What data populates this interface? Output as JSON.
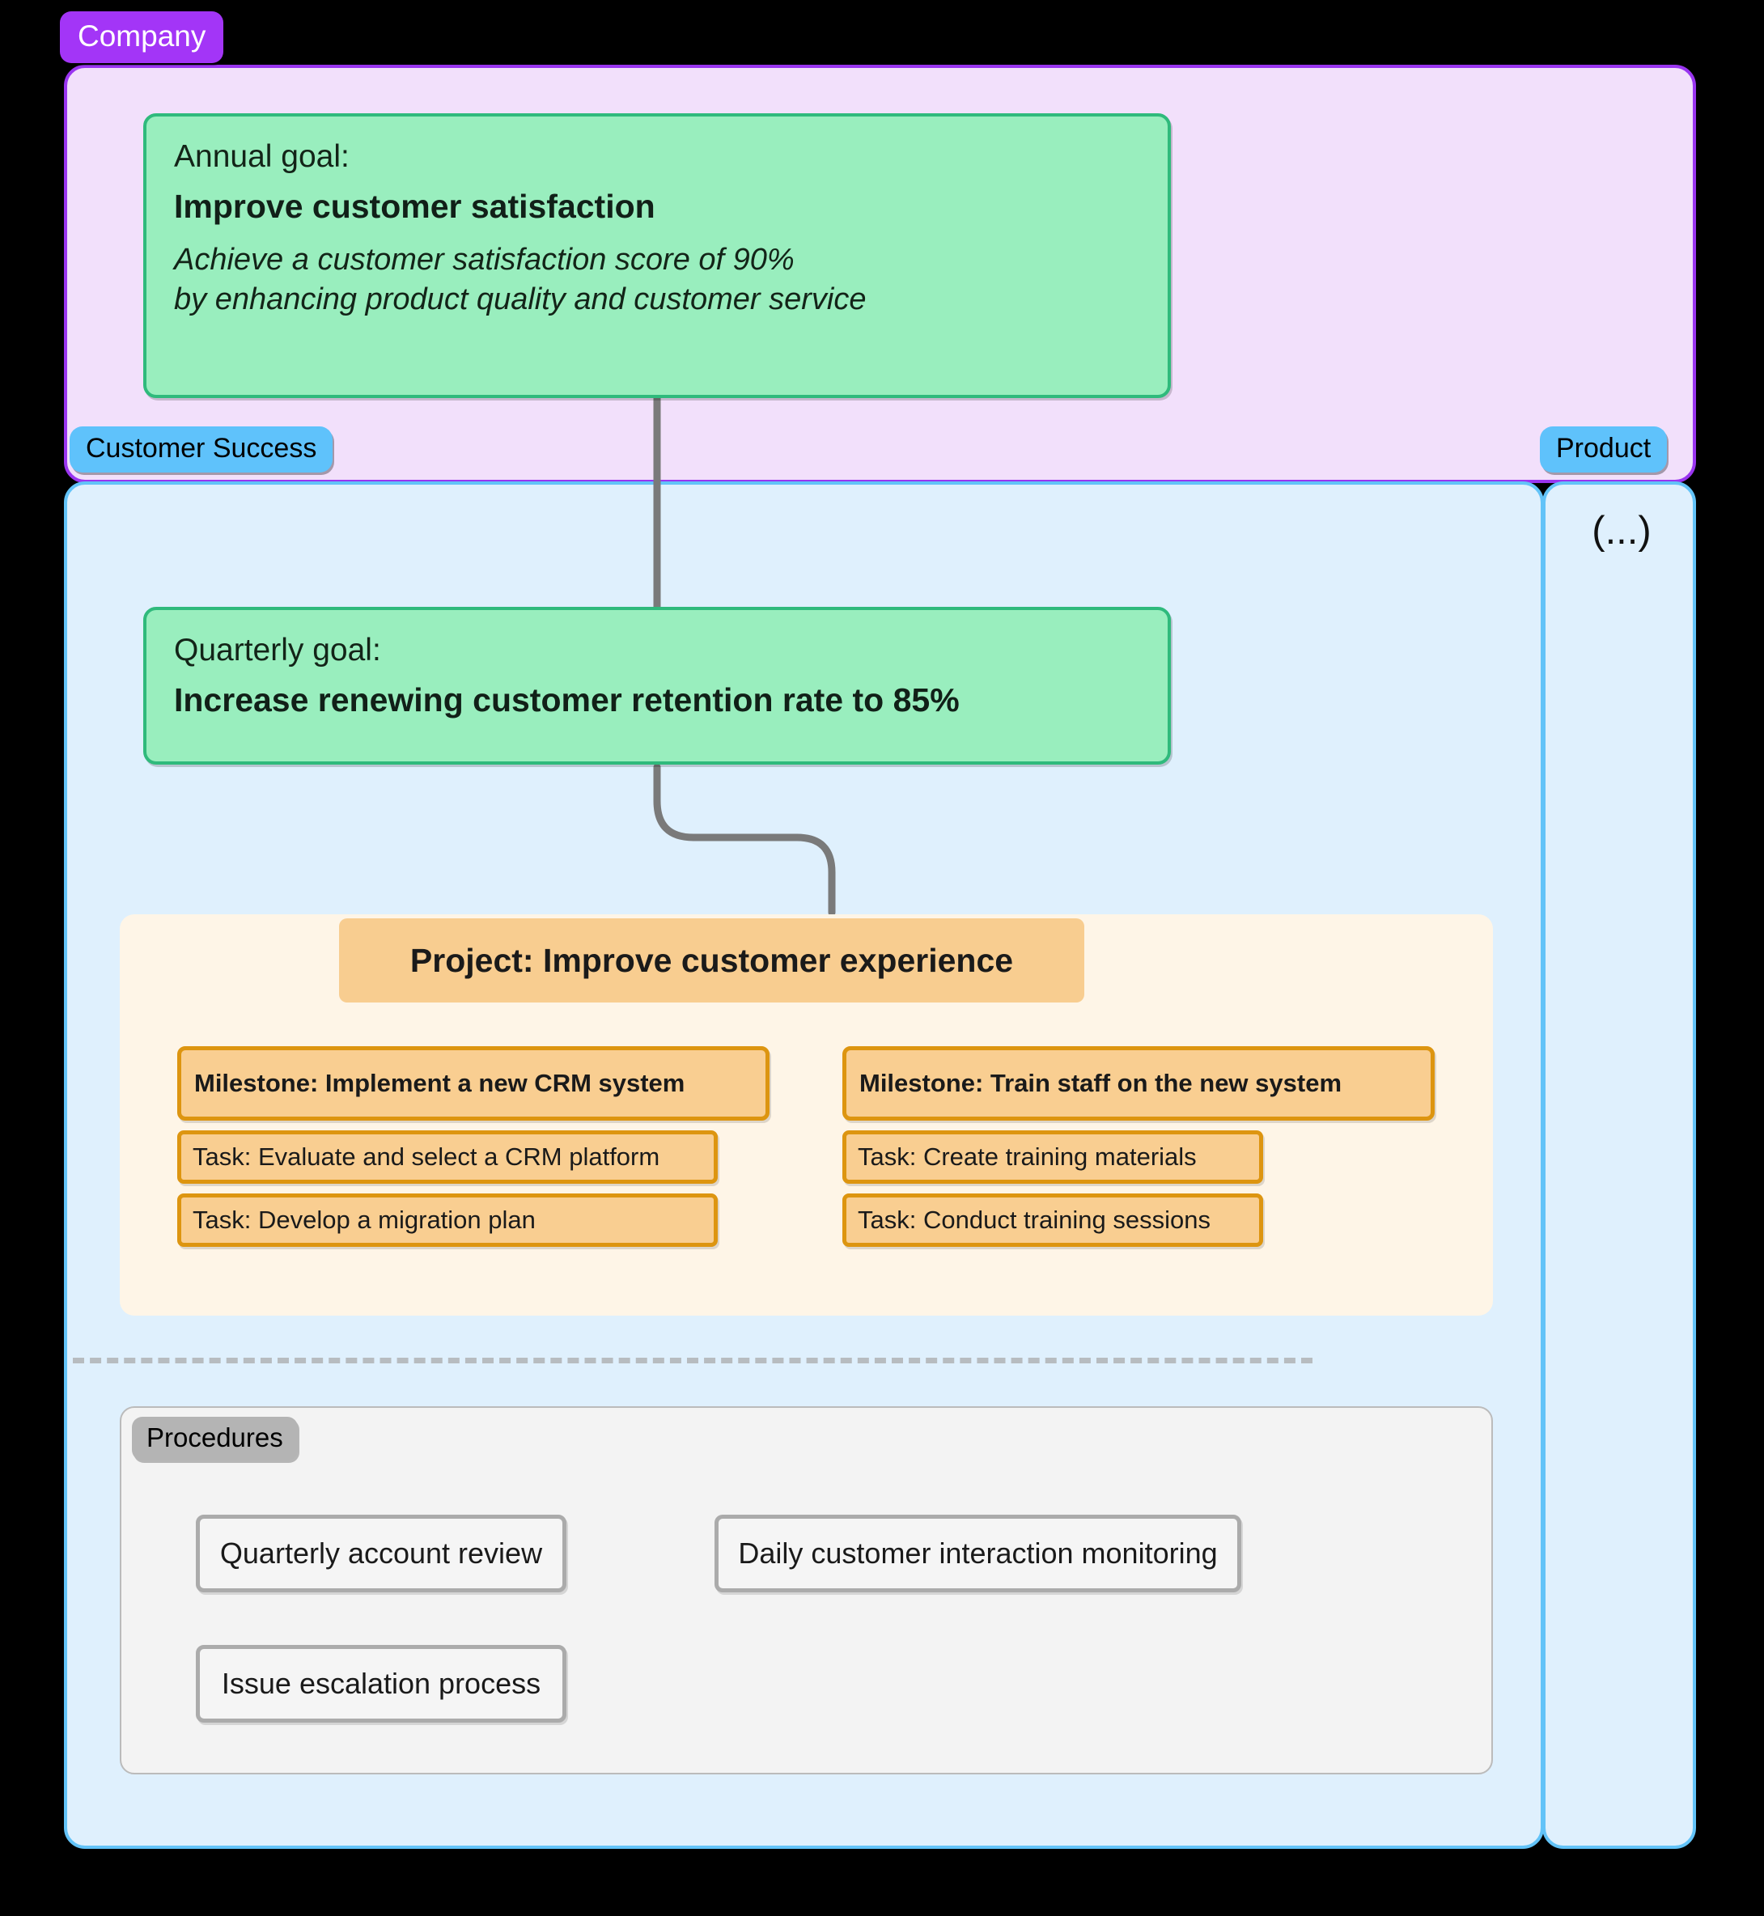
{
  "company": {
    "tag_label": "Company"
  },
  "annual_goal": {
    "kicker": "Annual goal:",
    "title": "Improve customer satisfaction",
    "description_line1": "Achieve a customer satisfaction score of 90%",
    "description_line2": "by enhancing product quality and customer service"
  },
  "departments": [
    {
      "name": "Customer Success",
      "tag_label": "Customer Success"
    },
    {
      "name": "Product",
      "tag_label": "Product",
      "ellipsis": "(...)"
    }
  ],
  "quarterly_goal": {
    "kicker": "Quarterly goal:",
    "title": "Increase renewing customer retention rate to 85%"
  },
  "project": {
    "header": "Project: Improve customer experience",
    "milestones": [
      {
        "label": "Milestone: Implement a new CRM system",
        "tasks": [
          "Task: Evaluate and select a CRM platform",
          "Task: Develop a migration plan"
        ]
      },
      {
        "label": "Milestone: Train staff on the new system",
        "tasks": [
          "Task: Create training materials",
          "Task: Conduct training sessions"
        ]
      }
    ]
  },
  "procedures": {
    "tag_label": "Procedures",
    "items": [
      "Quarterly account review",
      "Daily customer interaction monitoring",
      "Issue escalation process"
    ]
  },
  "colors": {
    "company_border": "#9A35F0",
    "company_fill": "#F2E0FB",
    "company_tag": "#A335F7",
    "department_border": "#62C3F8",
    "department_fill": "#DFF0FD",
    "department_tag": "#5FC2FB",
    "goal_fill": "#99EEBE",
    "goal_border": "#2FBA7C",
    "project_fill": "#FEF5E7",
    "project_header_fill": "#F8CD90",
    "milestone_fill": "#F9CE91",
    "milestone_border": "#DD9510",
    "procedures_fill": "#F3F3F3",
    "procedure_border": "#ABABAB",
    "procedures_tag": "#B4B4B4",
    "connector": "#7A7A7A",
    "divider": "#B7BCC0",
    "background": "#000000"
  }
}
